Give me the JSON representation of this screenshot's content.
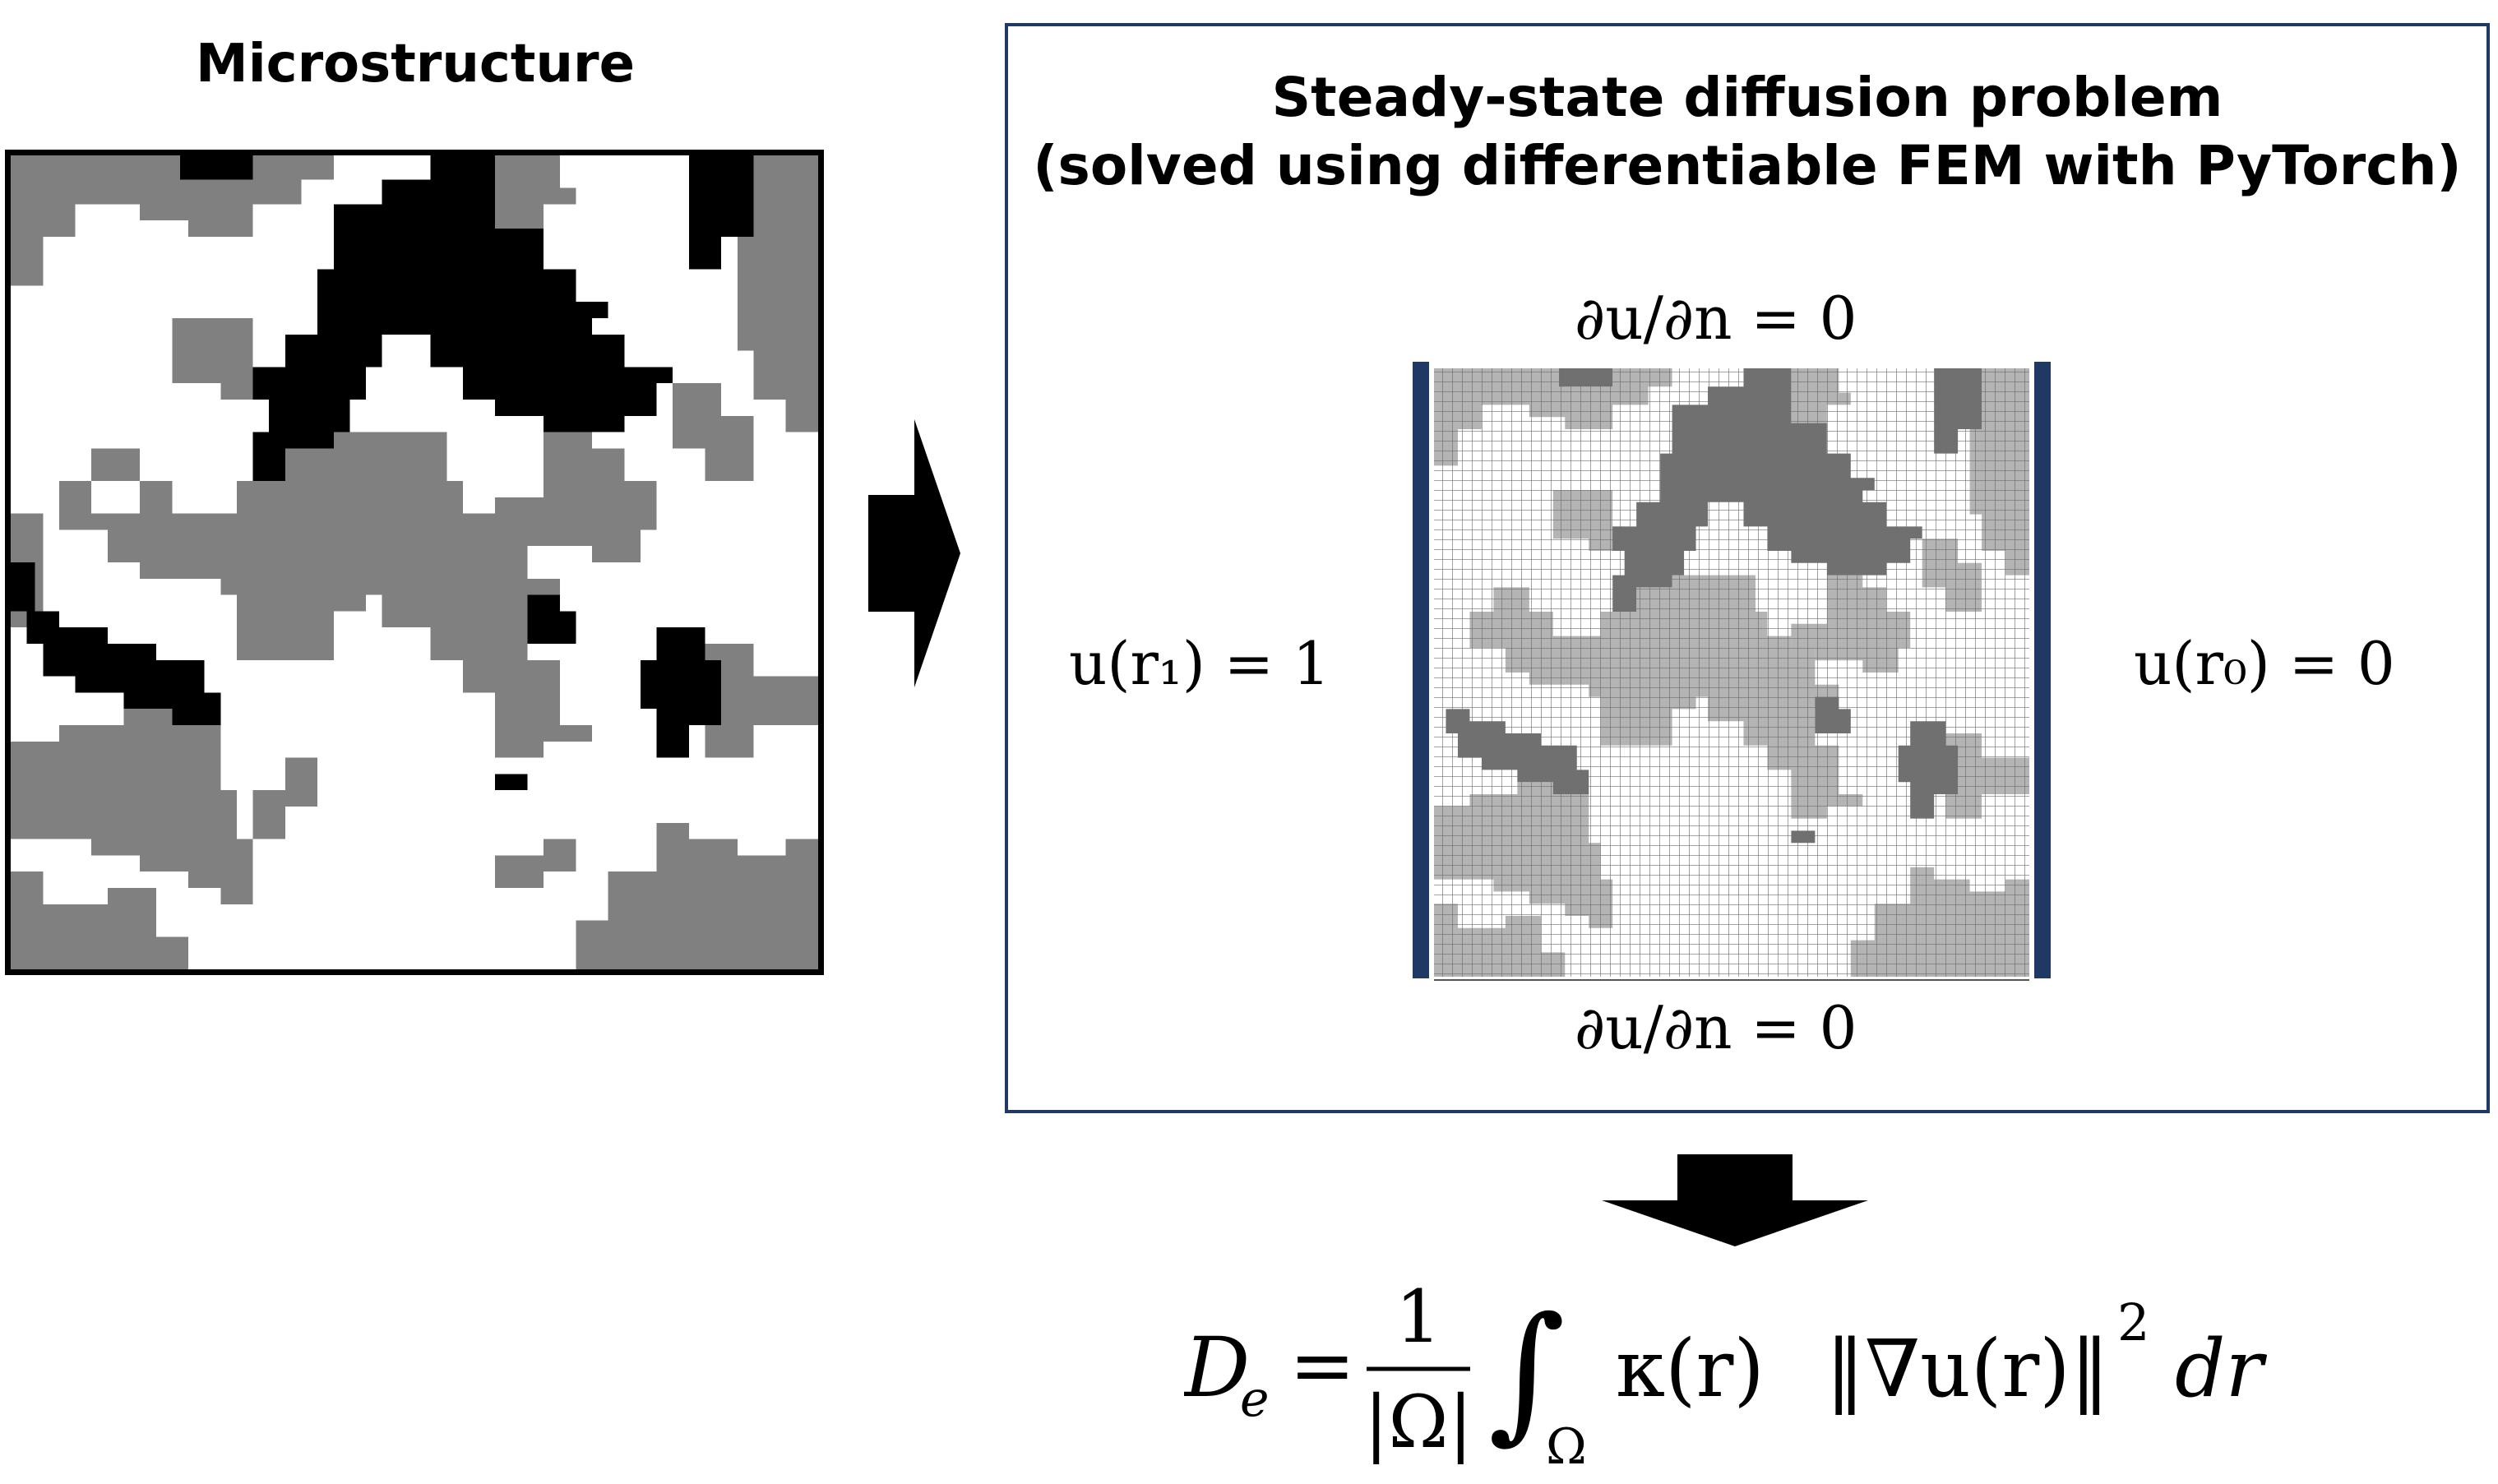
{
  "microstructure": {
    "title": "Microstructure"
  },
  "problem": {
    "title_line1": "Steady-state diffusion problem",
    "title_line2": "(solved using differentiable FEM with PyTorch)"
  },
  "boundary_conditions": {
    "top": "∂u/∂n = 0",
    "bottom": "∂u/∂n = 0",
    "left": "u(r₁) = 1",
    "right": "u(r₀) = 0"
  },
  "formula": {
    "text": "D_e = 1/|Ω| ∫_Ω κ(r) ‖∇u(r)‖² dr",
    "lhs": "D",
    "lhs_sub": "e",
    "equals": "=",
    "numerator": "1",
    "denominator": "|Ω|",
    "integral": "∫",
    "integral_sub": "Ω",
    "kappa": "κ(r)",
    "norm": "‖∇u(r)‖",
    "power": "2",
    "differential": "dr"
  },
  "colors": {
    "box_border": "#1f3864",
    "electrode": "#1f3864",
    "arrow": "#000000",
    "phase_white": "#ffffff",
    "phase_gray": "#808080",
    "phase_black": "#000000",
    "mesh_light": "#ffffff",
    "mesh_mid": "#b4b4b4",
    "mesh_dark": "#707070",
    "mesh_line": "#6e6e6e"
  }
}
